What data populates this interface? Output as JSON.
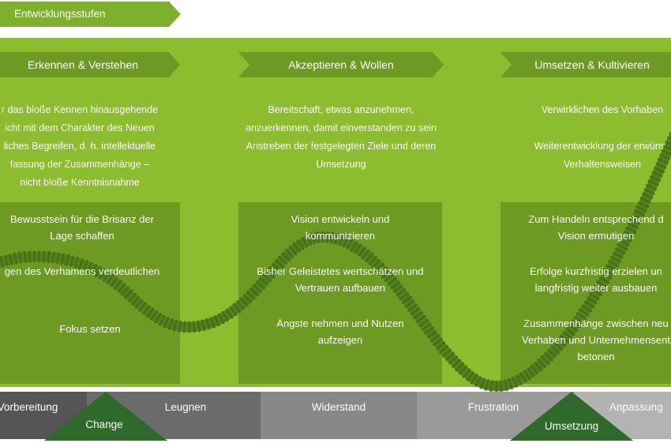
{
  "top_tag": "Entwicklungsstufen",
  "columns": [
    {
      "header": "Erkennen & Verstehen",
      "description": [
        "r das bloße Kennen hinausgehende",
        "icht mit dem Charakter des Neuen",
        "liches Begreifen, d. h. intellektuelle",
        "fassung der Zusammenhänge –",
        "nicht bloße Kenntnisnahme"
      ],
      "actions": [
        [
          "Bewusstsein für die Brisanz der",
          "Lage schaffen"
        ],
        [
          "gen des Verhamens verdeutlichen"
        ],
        [
          "Fokus setzen"
        ]
      ]
    },
    {
      "header": "Akzeptieren & Wollen",
      "description": [
        "Bereitschaft, etwas anzunehmen,",
        "anzuerkennen, damit einverstanden zu sein",
        "Anstreben der festgelegten Ziele und deren",
        "Umsetzung"
      ],
      "actions": [
        [
          "Vision entwickeln und",
          "kommunizieren"
        ],
        [
          "Bisher Geleistetes wertschätzen und",
          "Vertrauen aufbauen"
        ],
        [
          "Ängste nehmen und Nutzen",
          "aufzeigen"
        ]
      ]
    },
    {
      "header": "Umsetzen & Kultivieren",
      "description": [
        "Verwirklichen des Vorhaben",
        "Weiterentwicklung der erwünsc",
        "Verhaltensweisen"
      ],
      "actions": [
        [
          "Zum Handeln entsprechend d",
          "Vision ermutigen"
        ],
        [
          "Erfolge kurzfristig erzielen un",
          "langfristig weiter ausbauen"
        ],
        [
          "Zusammenhänge zwischen neu",
          "Verhaben und Unternehmensent",
          "betonen"
        ]
      ]
    }
  ],
  "phases": [
    "Vorbereitung",
    "Leugnen",
    "Widerstand",
    "Frustration",
    "Anpassung"
  ],
  "markers": [
    "Change",
    "Umsetzung"
  ],
  "colors": {
    "light_green": "#8cbd2e",
    "mid_green": "#6c9a22",
    "dark_green": "#5c8420",
    "triangle_green": "#2f6a2a",
    "curve_green": "#4a7a1e"
  }
}
